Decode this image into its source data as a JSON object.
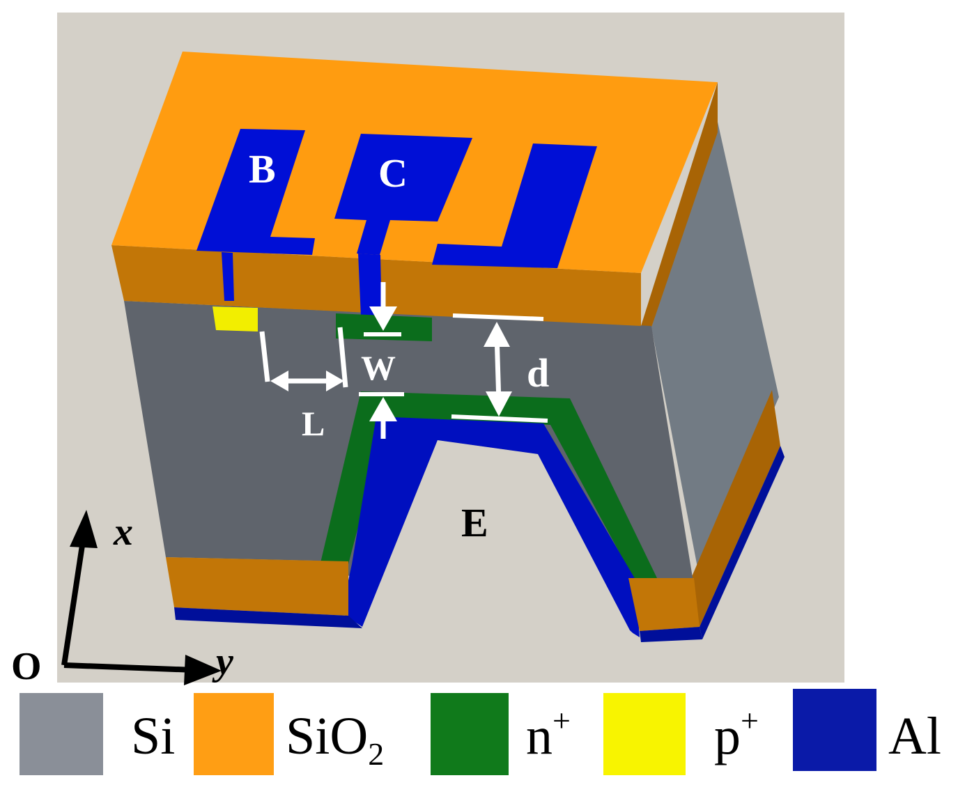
{
  "colors": {
    "background": "#d4d0c8",
    "si_front": "#5f646c",
    "si_side": "#727b84",
    "sio2_top": "#ff9c10",
    "sio2_front": "#c27607",
    "sio2_side": "#a86405",
    "n_plus": "#0b6d1c",
    "p_plus": "#f2ee00",
    "al": "#0010cc",
    "al_dark": "#001199",
    "annotation": "#ffffff",
    "label_dark": "#000000"
  },
  "labels": {
    "electrode_b": "B",
    "electrode_c": "C",
    "electrode_e": "E",
    "dim_l": "L",
    "dim_w": "W",
    "dim_d": "d",
    "axis_x": "x",
    "axis_y": "y",
    "axis_origin": "O"
  },
  "legend": [
    {
      "key": "si",
      "text": "Si",
      "sub": "",
      "sup": "",
      "color": "#8a8f98"
    },
    {
      "key": "sio2",
      "text": "SiO",
      "sub": "2",
      "sup": "",
      "color": "#ff9e14"
    },
    {
      "key": "n_plus",
      "text": "n",
      "sub": "",
      "sup": "+",
      "color": "#107a1b"
    },
    {
      "key": "p_plus",
      "text": "p",
      "sub": "",
      "sup": "+",
      "color": "#f8f400"
    },
    {
      "key": "al",
      "text": "Al",
      "sub": "",
      "sup": "",
      "color": "#0a1aa8"
    }
  ]
}
